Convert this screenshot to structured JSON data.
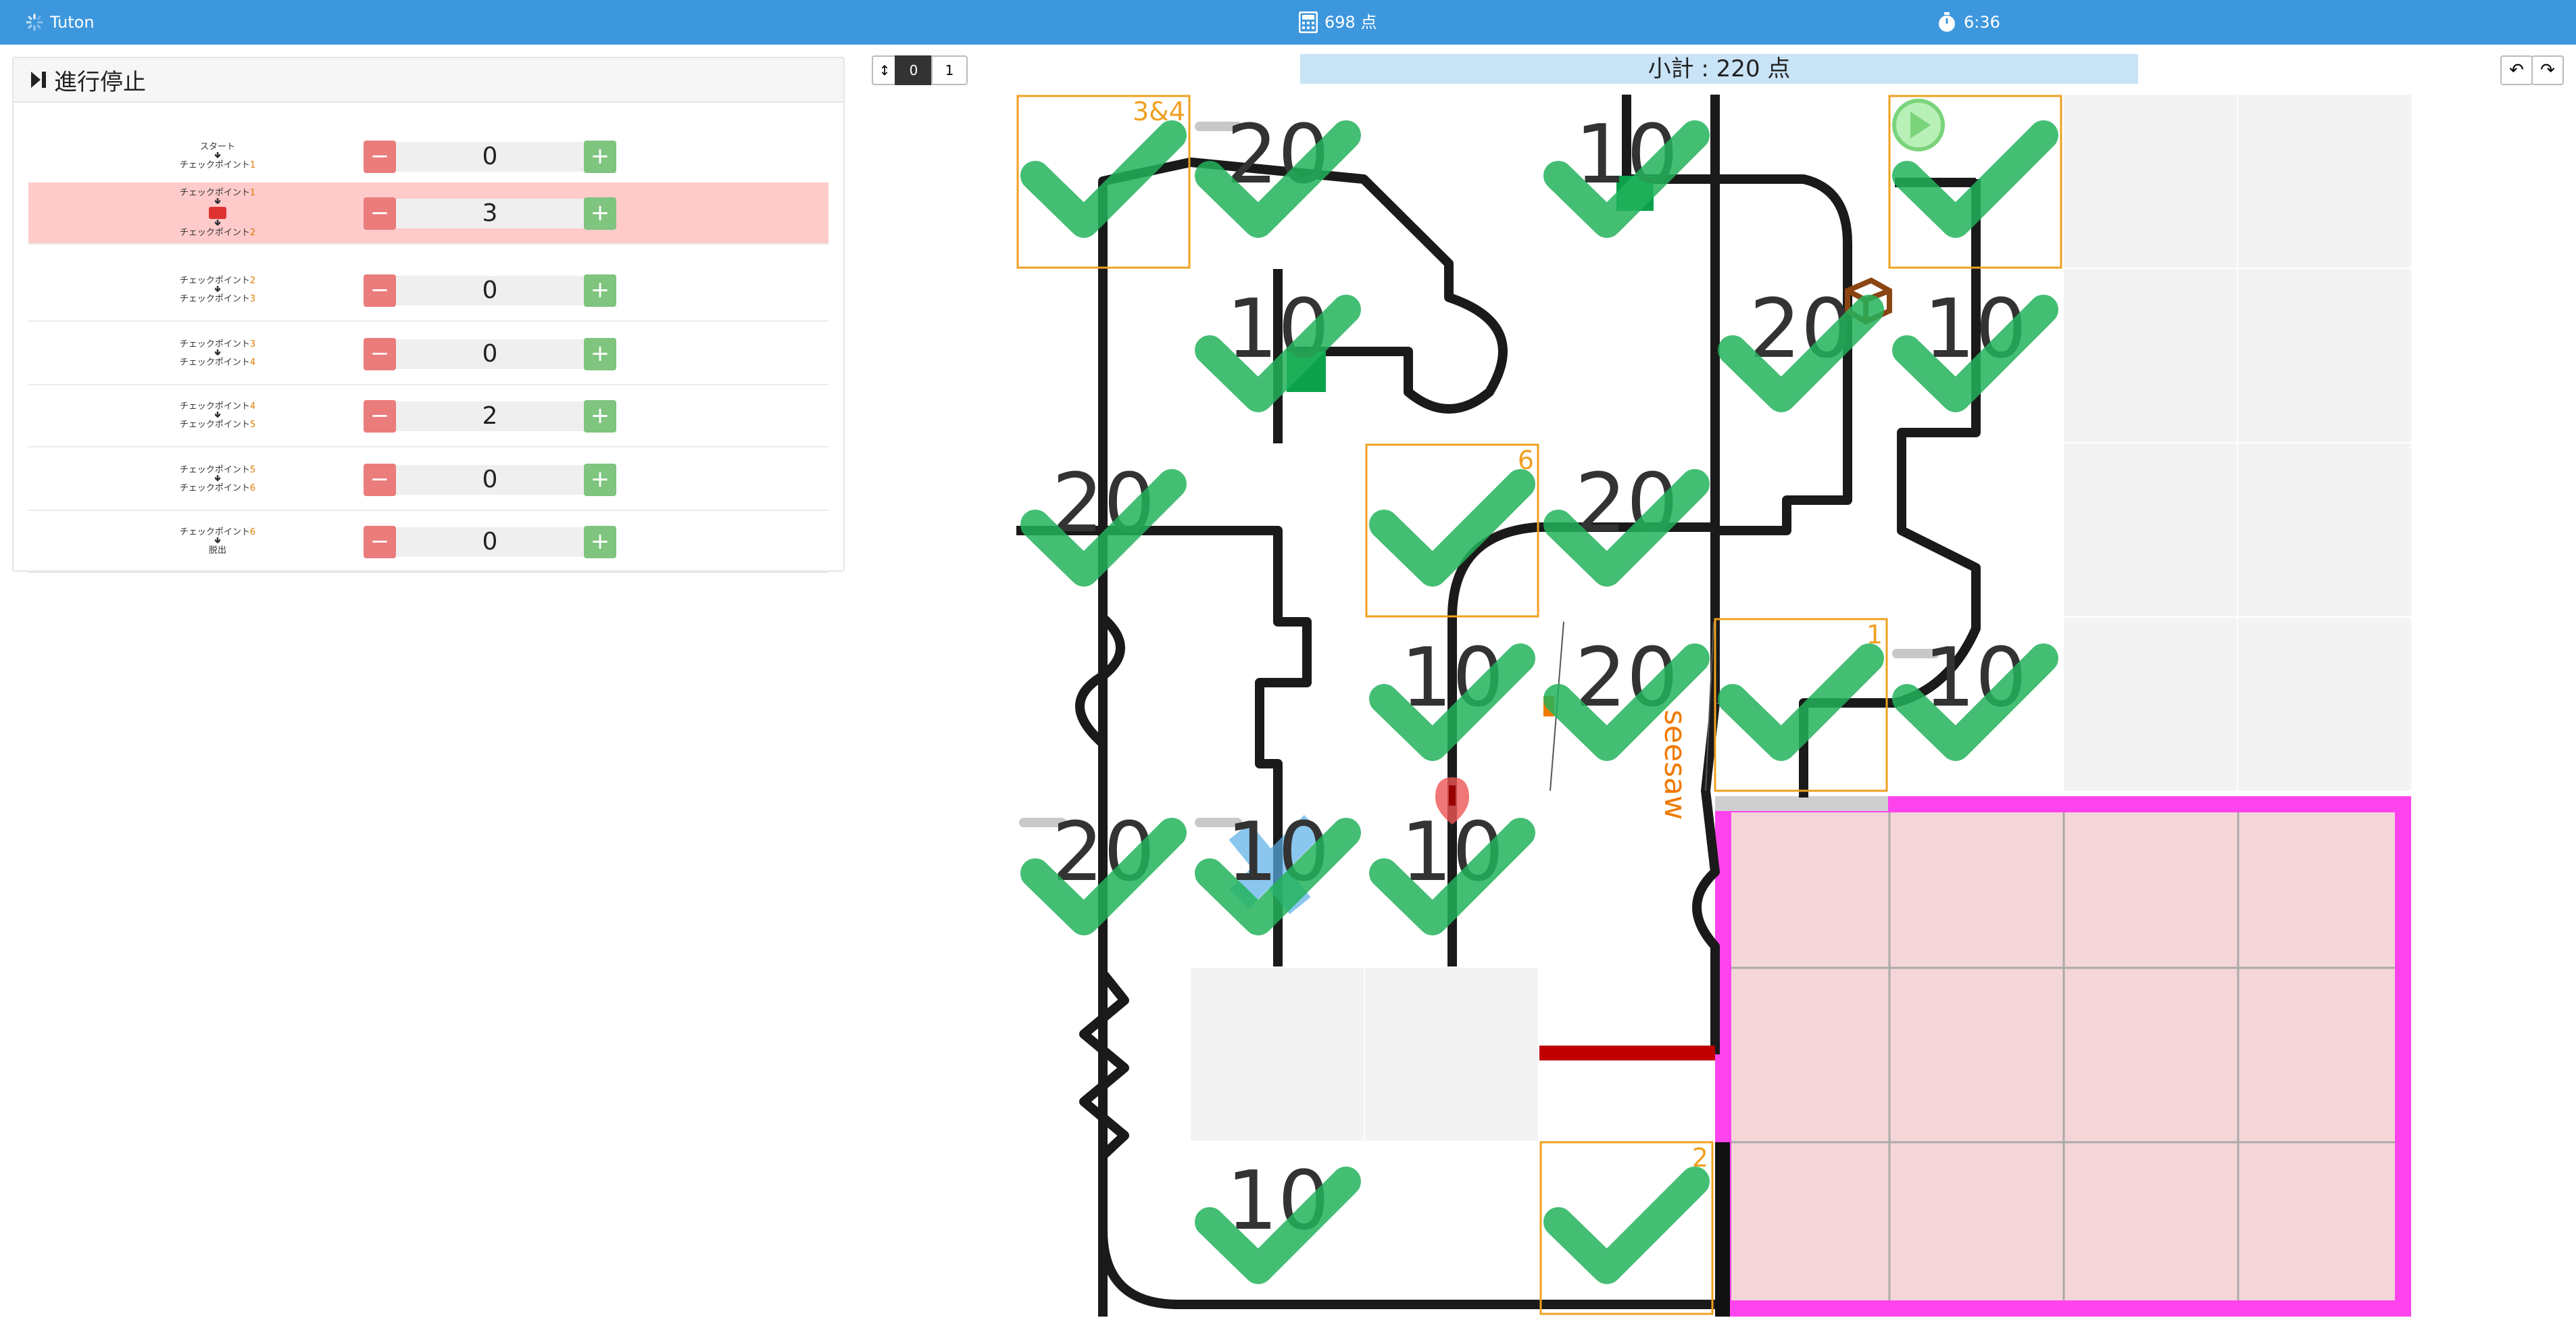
{
  "app": {
    "name": "Tuton",
    "score": "698 点",
    "timer": "6:36"
  },
  "panel": {
    "title": "進行停止"
  },
  "sections": [
    {
      "from": "スタート",
      "from_num": "",
      "to": "チェックポイント",
      "to_num": "1",
      "count": "0",
      "highlight": false,
      "obstacle": false
    },
    {
      "from": "チェックポイント",
      "from_num": "1",
      "to": "チェックポイント",
      "to_num": "2",
      "count": "3",
      "highlight": true,
      "obstacle": true
    },
    {
      "from": "チェックポイント",
      "from_num": "2",
      "to": "チェックポイント",
      "to_num": "3",
      "count": "0",
      "highlight": false,
      "obstacle": false
    },
    {
      "from": "チェックポイント",
      "from_num": "3",
      "to": "チェックポイント",
      "to_num": "4",
      "count": "0",
      "highlight": false,
      "obstacle": false
    },
    {
      "from": "チェックポイント",
      "from_num": "4",
      "to": "チェックポイント",
      "to_num": "5",
      "count": "2",
      "highlight": false,
      "obstacle": false
    },
    {
      "from": "チェックポイント",
      "from_num": "5",
      "to": "チェックポイント",
      "to_num": "6",
      "count": "0",
      "highlight": false,
      "obstacle": false
    },
    {
      "from": "チェックポイント",
      "from_num": "6",
      "to": "脱出",
      "to_num": "",
      "count": "0",
      "highlight": false,
      "obstacle": false
    }
  ],
  "controls": {
    "minus": "−",
    "plus": "+",
    "toggle_a": "0",
    "toggle_b": "1",
    "undo": "↶",
    "redo": "↷",
    "height_icon": "↕"
  },
  "subtotal": "小計 : 220 点",
  "field": {
    "tiles": [
      {
        "row": 0,
        "col": 0,
        "score": "",
        "checked": true,
        "checkpoint": "3&4"
      },
      {
        "row": 0,
        "col": 1,
        "score": "20",
        "checked": true,
        "checkpoint": ""
      },
      {
        "row": 0,
        "col": 2,
        "score": "",
        "checked": false,
        "checkpoint": ""
      },
      {
        "row": 0,
        "col": 3,
        "score": "10",
        "checked": true,
        "checkpoint": ""
      },
      {
        "row": 0,
        "col": 4,
        "score": "",
        "checked": false,
        "checkpoint": ""
      },
      {
        "row": 0,
        "col": 5,
        "score": "",
        "checked": true,
        "checkpoint": "start"
      },
      {
        "row": 1,
        "col": 1,
        "score": "10",
        "checked": true,
        "checkpoint": ""
      },
      {
        "row": 1,
        "col": 4,
        "score": "20",
        "checked": true,
        "checkpoint": ""
      },
      {
        "row": 1,
        "col": 5,
        "score": "10",
        "checked": true,
        "checkpoint": ""
      },
      {
        "row": 2,
        "col": 0,
        "score": "20",
        "checked": true,
        "checkpoint": ""
      },
      {
        "row": 2,
        "col": 2,
        "score": "",
        "checked": true,
        "checkpoint": "6"
      },
      {
        "row": 2,
        "col": 3,
        "score": "20",
        "checked": true,
        "checkpoint": ""
      },
      {
        "row": 3,
        "col": 2,
        "score": "10",
        "checked": true,
        "checkpoint": ""
      },
      {
        "row": 3,
        "col": 3,
        "score": "20",
        "checked": true,
        "checkpoint": ""
      },
      {
        "row": 3,
        "col": 4,
        "score": "",
        "checked": true,
        "checkpoint": "1"
      },
      {
        "row": 3,
        "col": 5,
        "score": "10",
        "checked": true,
        "checkpoint": ""
      },
      {
        "row": 4,
        "col": 0,
        "score": "20",
        "checked": true,
        "checkpoint": ""
      },
      {
        "row": 4,
        "col": 1,
        "score": "10",
        "checked": true,
        "checkpoint": ""
      },
      {
        "row": 4,
        "col": 2,
        "score": "10",
        "checked": true,
        "checkpoint": ""
      },
      {
        "row": 6,
        "col": 1,
        "score": "10",
        "checked": true,
        "checkpoint": ""
      },
      {
        "row": 6,
        "col": 3,
        "score": "",
        "checked": true,
        "checkpoint": "2"
      }
    ],
    "seesaw_label": "seesaw",
    "colors": {
      "check": "#22b35a",
      "checkpoint_border": "#f0a020",
      "evac_zone": "#ff44ee",
      "evac_fill": "#f5d6d8",
      "victim_box": "#8b4513",
      "red_line": "#c00000"
    }
  }
}
